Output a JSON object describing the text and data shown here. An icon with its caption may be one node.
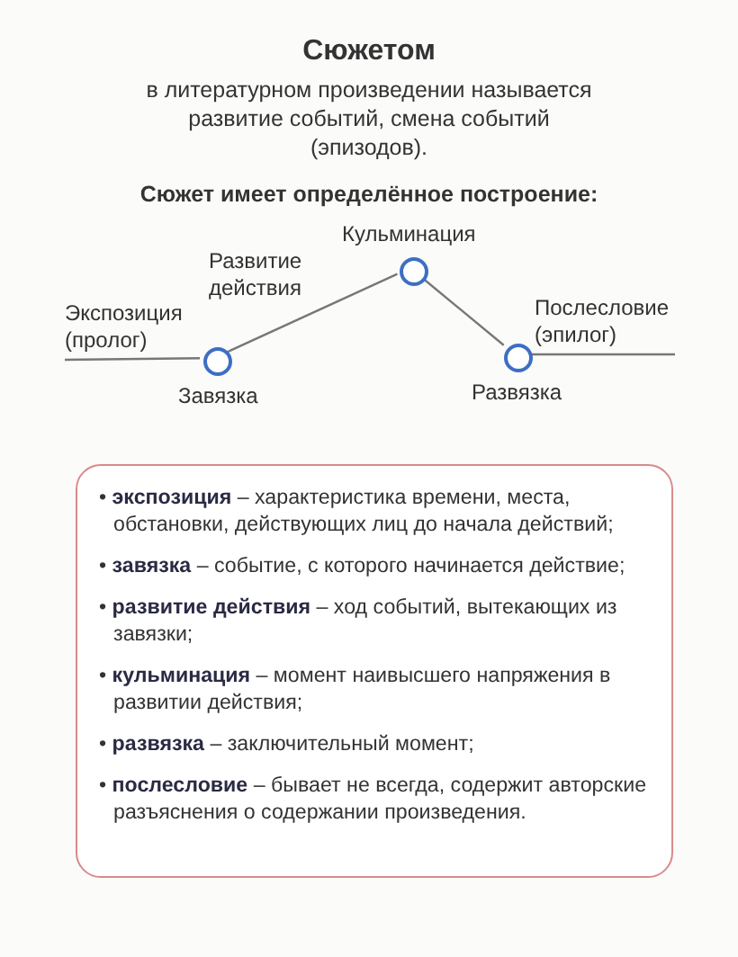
{
  "diagram": {
    "title": "Сюжетом",
    "nodes": [
      {
        "text": [
          "Экспозиция (пролог)"
        ]
      },
      {
        "text": [
          "Завязка"
        ]
      },
      {
        "text": [
          "Кульминация"
        ]
      },
      {
        "text": [
          "Развязка"
        ]
      },
      {
        "text": [
          "Послесловие (эпилог)"
        ]
      },
      {
        "text": [
          "• **экспозиция** – характеристика времени, места, обстановки, действующих лиц до начала действий;",
          "• **завязка** – событие, с которого начинается действие;",
          "• **развитие действия** – ход событий, вытекающих из завязки;",
          "• **кульминация** – момент наивысшего напряжения в развитии действия;",
          "• **развязка** – заключительный момент;",
          "• **послесловие** – бывает не всегда, содержит авторские разъяснения о содержании произведения."
        ]
      }
    ],
    "edges": [
      {
        "from": 0,
        "to": 1,
        "arrow": "none"
      },
      {
        "from": 1,
        "to": 2,
        "arrow": "none"
      },
      {
        "from": 2,
        "to": 3,
        "arrow": "none"
      },
      {
        "from": 3,
        "to": 4,
        "arrow": "none"
      }
    ],
    "labels": [
      "в литературном произведении называется развитие событий, смена событий (эпизодов).",
      "Сюжет имеет определённое построение:",
      "Развитие действия"
    ]
  }
}
